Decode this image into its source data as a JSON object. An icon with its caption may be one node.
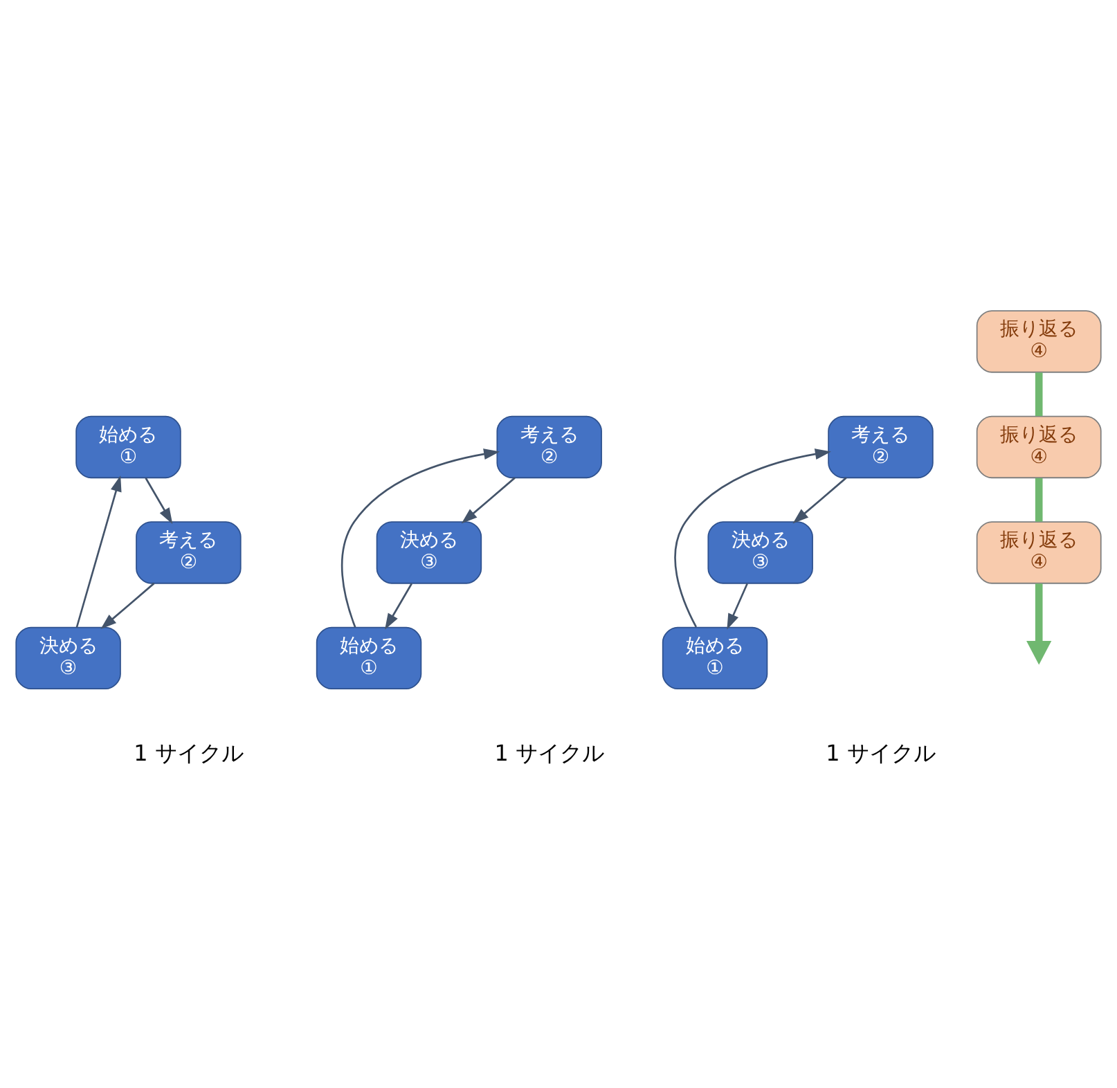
{
  "diagram": {
    "nodes": [
      {
        "text": [
          "始める",
          "①"
        ]
      },
      {
        "text": [
          "考える",
          "②"
        ]
      },
      {
        "text": [
          "決める",
          "③"
        ]
      },
      {
        "text": [
          "振り返る",
          "④"
        ]
      },
      {
        "text": [
          "始める",
          "①"
        ]
      },
      {
        "text": [
          "考える",
          "②"
        ]
      },
      {
        "text": [
          "決める",
          "③"
        ]
      },
      {
        "text": [
          "振り返る",
          "④"
        ]
      },
      {
        "text": [
          "始める",
          "①"
        ]
      },
      {
        "text": [
          "考える",
          "②"
        ]
      },
      {
        "text": [
          "決める",
          "③"
        ]
      },
      {
        "text": [
          "振り返る",
          "④"
        ]
      }
    ],
    "edges": [
      {
        "from": 0,
        "to": 1,
        "arrow": "to"
      },
      {
        "from": 1,
        "to": 2,
        "arrow": "to"
      },
      {
        "from": 2,
        "to": 0,
        "arrow": "to"
      },
      {
        "from": 4,
        "to": 5,
        "arrow": "to"
      },
      {
        "from": 5,
        "to": 6,
        "arrow": "to"
      },
      {
        "from": 6,
        "to": 4,
        "arrow": "to"
      },
      {
        "from": 8,
        "to": 9,
        "arrow": "to"
      },
      {
        "from": 9,
        "to": 10,
        "arrow": "to"
      },
      {
        "from": 10,
        "to": 8,
        "arrow": "to"
      },
      {
        "from": 3,
        "to": 7,
        "arrow": "none",
        "style": "thick",
        "color": "#70b870"
      },
      {
        "from": 7,
        "to": 11,
        "arrow": "none",
        "style": "thick",
        "color": "#70b870"
      },
      {
        "from": 11,
        "to": null,
        "arrow": "to",
        "style": "thick",
        "color": "#70b870"
      }
    ],
    "labels": [
      "1 サイクル",
      "1 サイクル",
      "1 サイクル"
    ]
  }
}
